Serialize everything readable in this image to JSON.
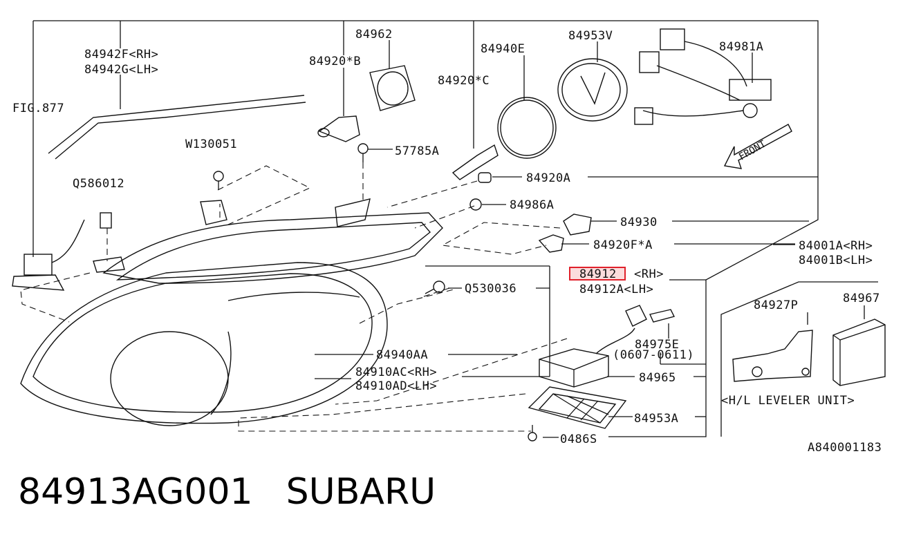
{
  "diagram": {
    "labels": {
      "fig": "FIG.877",
      "p84942f": "84942F<RH>",
      "p84942g": "84942G<LH>",
      "p84962": "84962",
      "p84920b": "84920*B",
      "p84940e": "84940E",
      "p84953v": "84953V",
      "p84981a": "84981A",
      "p84920c": "84920*C",
      "w130051": "W130051",
      "p57785a": "57785A",
      "q586012": "Q586012",
      "p84920a": "84920A",
      "p84986a": "84986A",
      "p84930": "84930",
      "p84920f": "84920F*A",
      "p84001a": "84001A<RH>",
      "p84001b": "84001B<LH>",
      "p84912": "84912",
      "p84912rh": "<RH>",
      "p84912a": "84912A<LH>",
      "q530036": "Q530036",
      "p84927p": "84927P",
      "p84967": "84967",
      "p84975e": "84975E",
      "p84975date": "(0607-0611)",
      "p84940aa": "84940AA",
      "p84910ac": "84910AC<RH>",
      "p84910ad": "84910AD<LH>",
      "p84965": "84965",
      "leveler": "<H/L LEVELER UNIT>",
      "p84953a": "84953A",
      "p0486s": "0486S",
      "front": "FRONT",
      "code": "A840001183"
    },
    "highlight_color": "#e0202a"
  },
  "footer": {
    "part_number": "84913AG001",
    "brand": "SUBARU"
  }
}
